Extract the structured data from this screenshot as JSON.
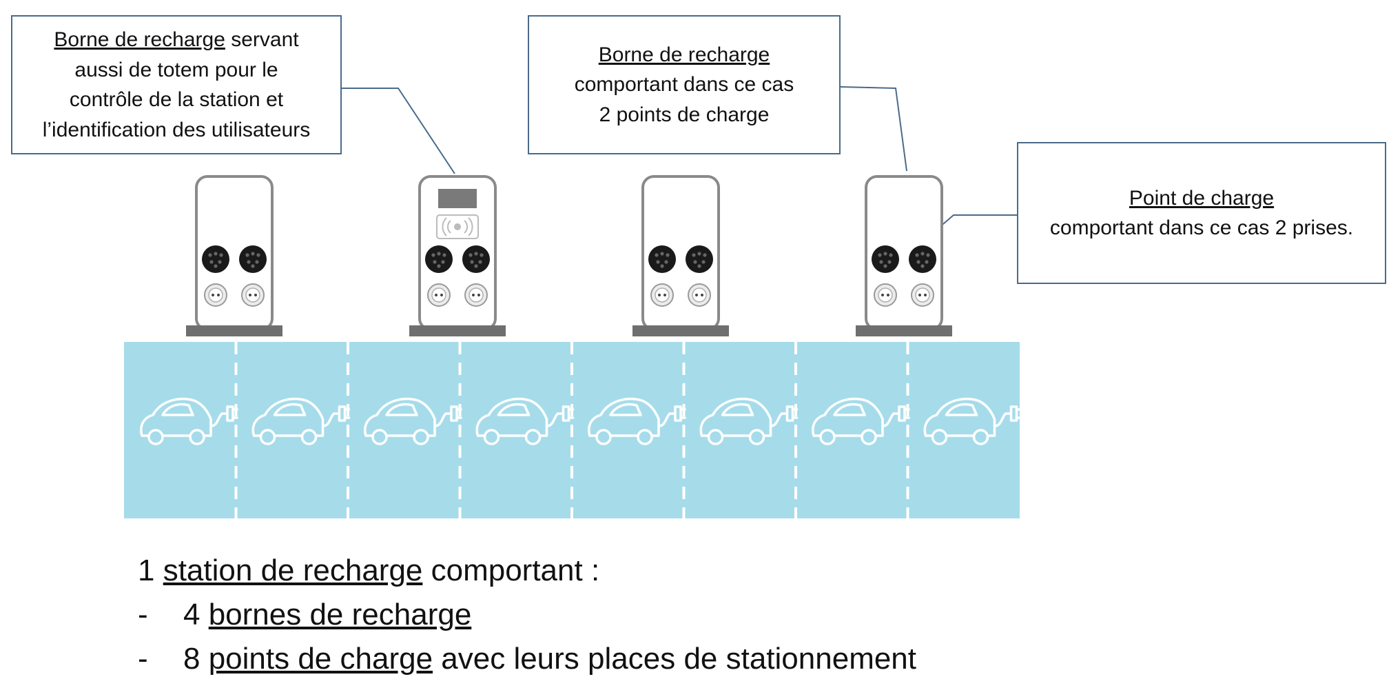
{
  "callouts": {
    "totem": {
      "underlined": "Borne de recharge",
      "line1_rest": " servant",
      "line2": "aussi de totem pour le",
      "line3": "contrôle de la station et",
      "line4": "l’identification des utilisateurs"
    },
    "borne": {
      "title": "Borne de recharge",
      "line2": "comportant dans ce cas",
      "line3": "2 points de charge"
    },
    "point": {
      "title": "Point de charge",
      "line2": "comportant dans ce cas 2 prises."
    }
  },
  "summary": {
    "line1_prefix": "1 ",
    "line1_underlined": "station de recharge",
    "line1_suffix": " comportant :",
    "line2_dash": "-",
    "line2_prefix": "4 ",
    "line2_underlined": "bornes de recharge",
    "line3_dash": "-",
    "line3_prefix": "8 ",
    "line3_underlined": "points de charge",
    "line3_suffix": " avec leurs places de stationnement"
  },
  "colors": {
    "parking_fill": "#a6dcea",
    "line_color": "#4a6a8a",
    "charger_stroke": "#8a8a8a",
    "base_fill": "#6f6f6f",
    "socket_fill": "#1a1a1a",
    "screen_fill": "#7a7a7a"
  },
  "icons": [
    "electric-car-icon",
    "type2-socket-icon",
    "domestic-socket-icon",
    "rfid-reader-icon",
    "screen-icon"
  ]
}
